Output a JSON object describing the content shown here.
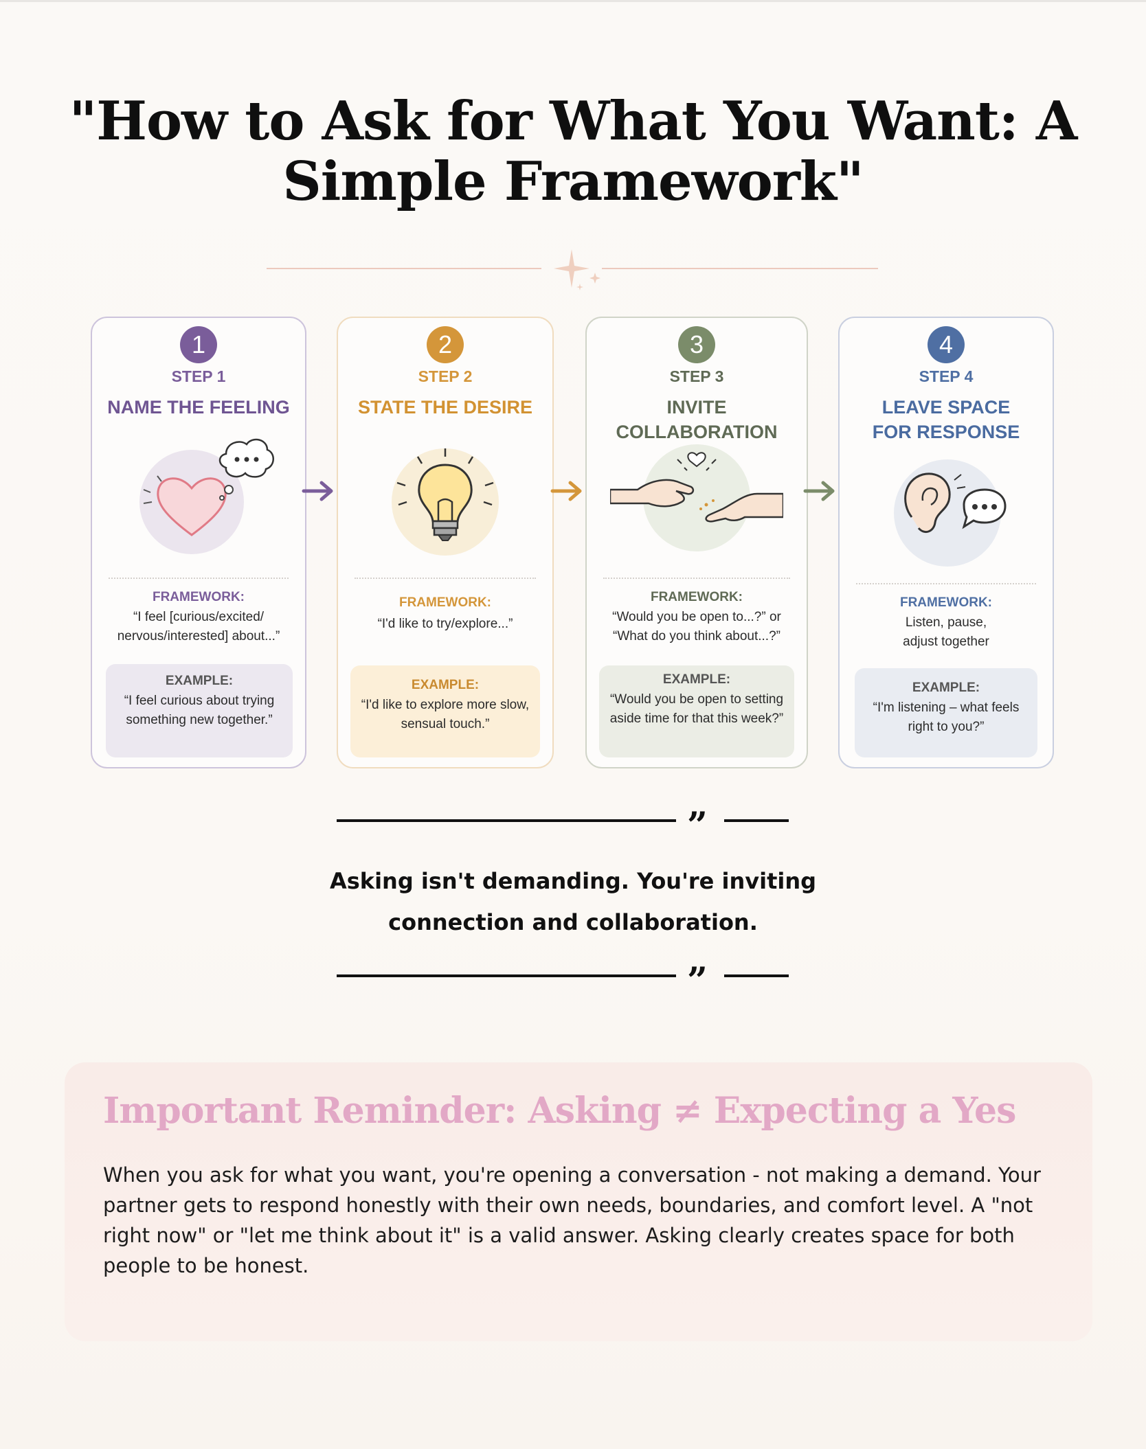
{
  "title": "\"How to Ask for What You Want: A Simple Framework\"",
  "colors": {
    "step1": "#7a5d9a",
    "step2": "#d4963a",
    "step3": "#7b8c6a",
    "step4": "#4f6fa3",
    "reminder_title": "#e2a8c6"
  },
  "steps": [
    {
      "number": "1",
      "label": "STEP 1",
      "name": "NAME THE FEELING",
      "icon": "heart-thought-icon",
      "framework_label": "FRAMEWORK:",
      "framework_text": "“I feel [curious/excited/ nervous/interested] about...”",
      "example_label": "EXAMPLE:",
      "example_text": "“I feel curious about trying something new together.”"
    },
    {
      "number": "2",
      "label": "STEP 2",
      "name": "STATE THE DESIRE",
      "icon": "lightbulb-icon",
      "framework_label": "FRAMEWORK:",
      "framework_text": "“I'd like to try/explore...”",
      "example_label": "EXAMPLE:",
      "example_text": "“I'd like to explore more slow, sensual touch.”"
    },
    {
      "number": "3",
      "label": "STEP 3",
      "name": "INVITE COLLABORATION",
      "icon": "hands-reaching-icon",
      "framework_label": "FRAMEWORK:",
      "framework_text": "“Would you be open to...?” or “What do you think about...?”",
      "example_label": "EXAMPLE:",
      "example_text": "“Would you be open to setting aside time for that this week?”"
    },
    {
      "number": "4",
      "label": "STEP 4",
      "name": "LEAVE SPACE FOR RESPONSE",
      "icon": "ear-speech-bubble-icon",
      "framework_label": "FRAMEWORK:",
      "framework_text": "Listen, pause, adjust together",
      "example_label": "EXAMPLE:",
      "example_text": "“I'm listening – what feels right to you?”"
    }
  ],
  "quote": {
    "mark": "”",
    "text": "Asking isn't demanding. You're inviting connection and collaboration."
  },
  "reminder": {
    "title": "Important Reminder: Asking ≠ Expecting a Yes",
    "body": "When you ask for what you want, you're opening a conversation - not making a demand. Your partner gets to respond honestly with their own needs, boundaries, and comfort level. A \"not right now\" or \"let me think about it\" is a valid answer. Asking clearly creates space for both people to be honest."
  }
}
